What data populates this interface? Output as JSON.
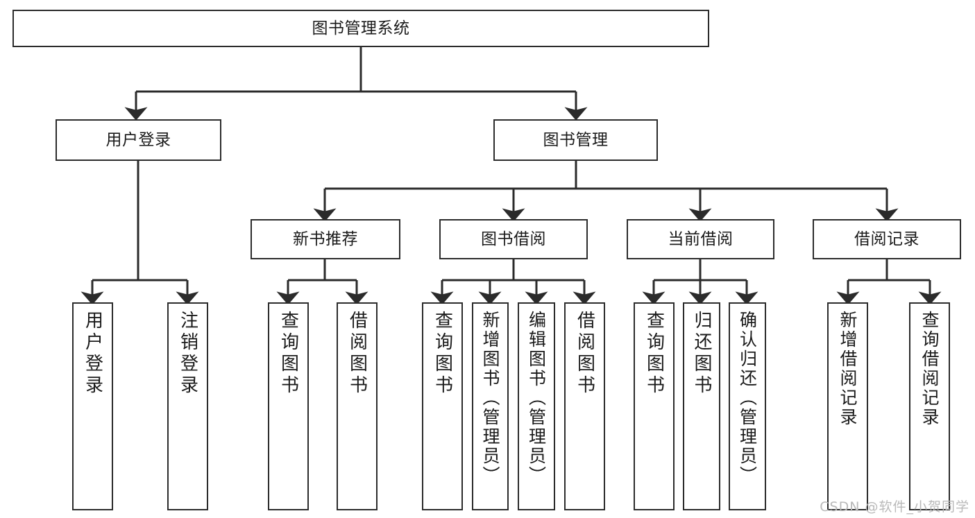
{
  "diagram": {
    "type": "tree-hierarchy-chart",
    "title": "图书管理系统",
    "watermark": "CSDN @软件_小贺同学",
    "colors": {
      "stroke": "#2b2b2b",
      "fill": "#ffffff",
      "text": "#1a1a1a",
      "watermark": "#b9b9b9"
    },
    "nodes": {
      "root": {
        "label": "图书管理系统"
      },
      "level1": [
        {
          "label": "用户登录"
        },
        {
          "label": "图书管理"
        }
      ],
      "level2": [
        {
          "label": "新书推荐"
        },
        {
          "label": "图书借阅"
        },
        {
          "label": "当前借阅"
        },
        {
          "label": "借阅记录"
        }
      ],
      "leaves": {
        "user_login": [
          {
            "label": "用户登录"
          },
          {
            "label": "注销登录"
          }
        ],
        "new_book_recommend": [
          {
            "label": "查询图书"
          },
          {
            "label": "借阅图书"
          }
        ],
        "book_borrow": [
          {
            "label": "查询图书"
          },
          {
            "label": "新增图书（管理员）"
          },
          {
            "label": "编辑图书（管理员）"
          },
          {
            "label": "借阅图书"
          }
        ],
        "current_borrow": [
          {
            "label": "查询图书"
          },
          {
            "label": "归还图书"
          },
          {
            "label": "确认归还（管理员）"
          }
        ],
        "borrow_record": [
          {
            "label": "新增借阅记录"
          },
          {
            "label": "查询借阅记录"
          }
        ]
      }
    }
  }
}
